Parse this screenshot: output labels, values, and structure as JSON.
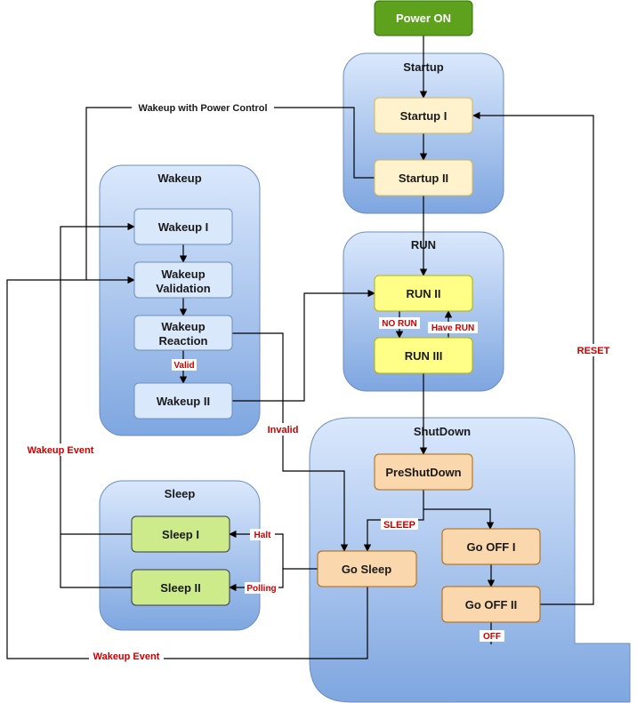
{
  "colors": {
    "power_on": "#5ea11d",
    "group_top": "#dae8fc",
    "group_bottom": "#7ea6e0",
    "node_blue": "#dae8fc",
    "node_cream": "#fff2cc",
    "node_yellow": "#ffff88",
    "node_orange": "#fad7ac",
    "node_green": "#cdeb8b",
    "label_red": "#cc0000"
  },
  "groups": {
    "startup": "Startup",
    "wakeup": "Wakeup",
    "run": "RUN",
    "shutdown": "ShutDown",
    "sleep": "Sleep"
  },
  "nodes": {
    "power_on": "Power ON",
    "startup_1": "Startup I",
    "startup_2": "Startup II",
    "wakeup_1": "Wakeup I",
    "wakeup_validation": [
      "Wakeup",
      "Validation"
    ],
    "wakeup_reaction": [
      "Wakeup",
      "Reaction"
    ],
    "wakeup_2": "Wakeup II",
    "run_2": "RUN II",
    "run_3": "RUN III",
    "preshutdown": "PreShutDown",
    "go_off_1": "Go OFF I",
    "go_off_2": "Go OFF II",
    "go_sleep": "Go Sleep",
    "sleep_1": "Sleep I",
    "sleep_2": "Sleep II"
  },
  "edge_labels": {
    "wakeup_power_control": "Wakeup with Power Control",
    "valid": "Valid",
    "invalid": "Invalid",
    "no_run": "NO RUN",
    "have_run": "Have RUN",
    "reset": "RESET",
    "sleep": "SLEEP",
    "off": "OFF",
    "halt": "Halt",
    "polling": "Polling",
    "wakeup_event_left": "Wakeup Event",
    "wakeup_event_bottom": "Wakeup Event"
  }
}
